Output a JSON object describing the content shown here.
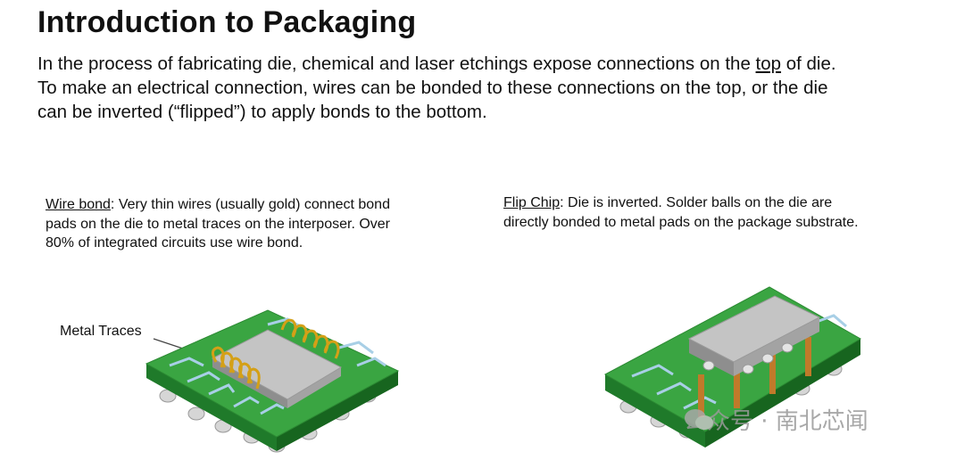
{
  "title": "Introduction to Packaging",
  "intro": {
    "line1_pre": "In the process of fabricating die, chemical and laser etchings expose connections on the ",
    "line1_u": "top",
    "line1_post": " of die.",
    "line2": "To make an electrical connection, wires can be bonded to these connections on the top, or the die",
    "line3": "can be inverted (“flipped”) to apply bonds to the bottom."
  },
  "wire_bond": {
    "term": "Wire bond",
    "text": ": Very thin wires (usually gold) connect bond pads on the die to metal traces on the interposer. Over 80% of integrated circuits use wire bond.",
    "label": "Metal Traces"
  },
  "flip_chip": {
    "term": "Flip Chip",
    "text": ": Die is inverted. Solder balls on the die are directly bonded to metal pads on the package substrate."
  },
  "watermark": {
    "icon": "wechat-icon",
    "text": "公众号 · 南北芯闻"
  },
  "colors": {
    "board_top": "#3aa542",
    "board_side": "#1f7a2a",
    "die": "#bcbcbc",
    "trace": "#9dc6e0",
    "gold": "#d4a017",
    "solder": "#d9d9d9"
  }
}
